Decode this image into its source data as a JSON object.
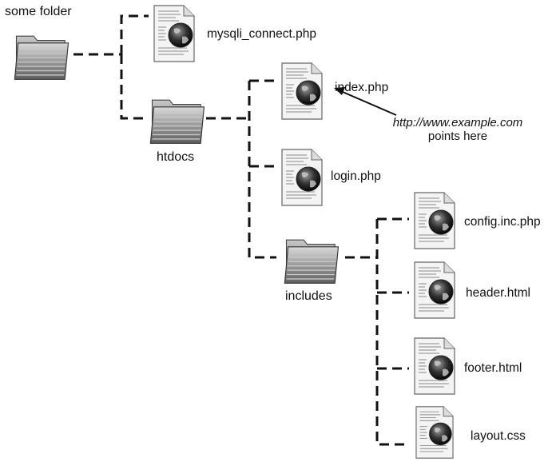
{
  "root_folder": {
    "label": "some folder",
    "icon": "folder-icon"
  },
  "files_root": [
    {
      "label": "mysqli_connect.php",
      "icon": "web-file-icon"
    }
  ],
  "htdocs": {
    "label": "htdocs",
    "icon": "folder-icon",
    "files": [
      {
        "label": "index.php",
        "icon": "web-file-icon"
      },
      {
        "label": "login.php",
        "icon": "web-file-icon"
      }
    ]
  },
  "includes": {
    "label": "includes",
    "icon": "folder-icon",
    "files": [
      {
        "label": "config.inc.php",
        "icon": "web-file-icon"
      },
      {
        "label": "header.html",
        "icon": "web-file-icon"
      },
      {
        "label": "footer.html",
        "icon": "web-file-icon"
      },
      {
        "label": "layout.css",
        "icon": "web-file-icon"
      }
    ]
  },
  "annotation": {
    "url": "http://www.example.com",
    "text": "points here"
  },
  "colors": {
    "line": "#111111",
    "folder": "#8a8a8a",
    "page": "#f4f4f4"
  }
}
